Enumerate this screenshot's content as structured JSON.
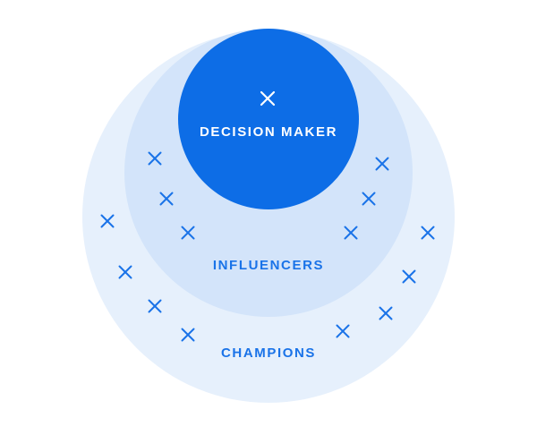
{
  "diagram": {
    "rings": {
      "outer": {
        "label": "CHAMPIONS",
        "color": "#e6f0fc"
      },
      "middle": {
        "label": "INFLUENCERS",
        "color": "#d3e4fa"
      },
      "inner": {
        "label": "DECISION MAKER",
        "color": "#0d6de6"
      }
    },
    "marker_icon": "cross-icon",
    "colors": {
      "marker": "#1a73e8",
      "marker_on_dark": "#ffffff",
      "label": "#1a73e8",
      "label_on_dark": "#ffffff"
    }
  }
}
